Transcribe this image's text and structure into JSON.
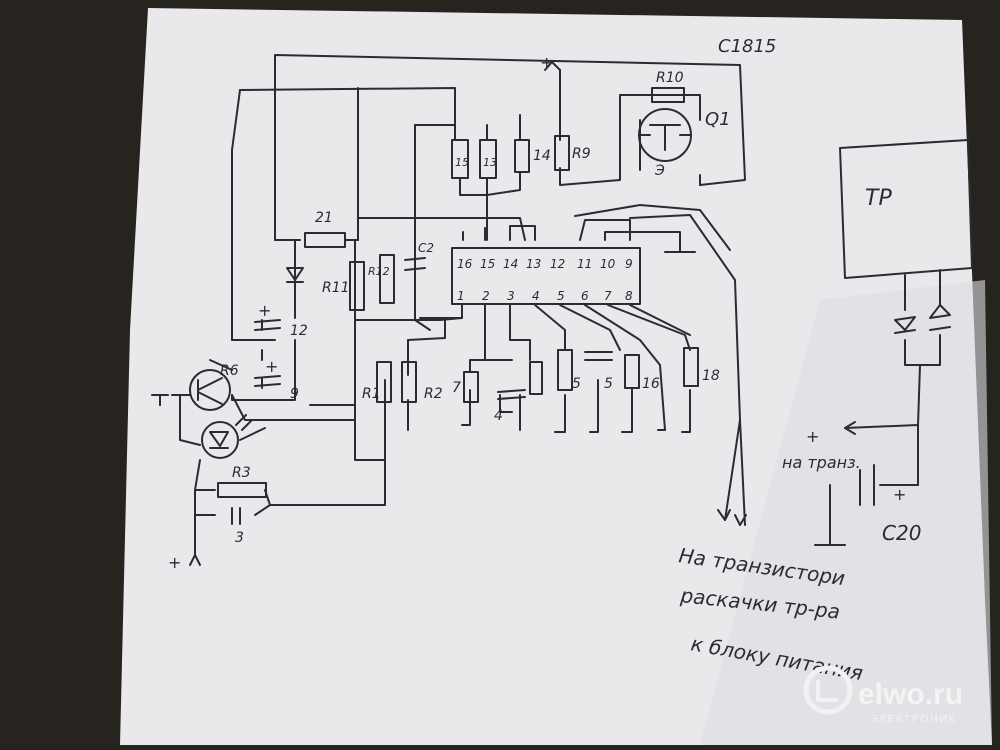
{
  "transistor_model": "C1815",
  "components": {
    "r21": "21",
    "r11": "R11",
    "r12": "R12",
    "c2": "C2",
    "c12": "12",
    "c9": "9",
    "r6": "R6",
    "r3": "R3",
    "c3": "3",
    "r1": "R1",
    "r2": "R2",
    "r7": "7",
    "c4": "4",
    "r5": "5",
    "c5": "5",
    "r16": "16",
    "r18": "18",
    "r15": "15",
    "r13": "13",
    "r14": "14",
    "r9": "R9",
    "r10": "R10",
    "q1": "Q1",
    "e_pin": "Э",
    "transformer": "TP",
    "c20": "C20"
  },
  "ic_pins_top": [
    "16",
    "15",
    "14",
    "13",
    "12",
    "11",
    "10",
    "9"
  ],
  "ic_pins_bottom": [
    "1",
    "2",
    "3",
    "4",
    "5",
    "6",
    "7",
    "8"
  ],
  "polarity": {
    "plus": "+",
    "minus": "−"
  },
  "notes": {
    "to_transistor": "на транз.",
    "destination_line1": "На транзистори",
    "destination_line2": "раскачки тр-ра",
    "destination_line3": "к блоку питания"
  },
  "watermark": {
    "brand": "elwo.ru",
    "tagline": "ЭЛЕКТРОНИК"
  }
}
